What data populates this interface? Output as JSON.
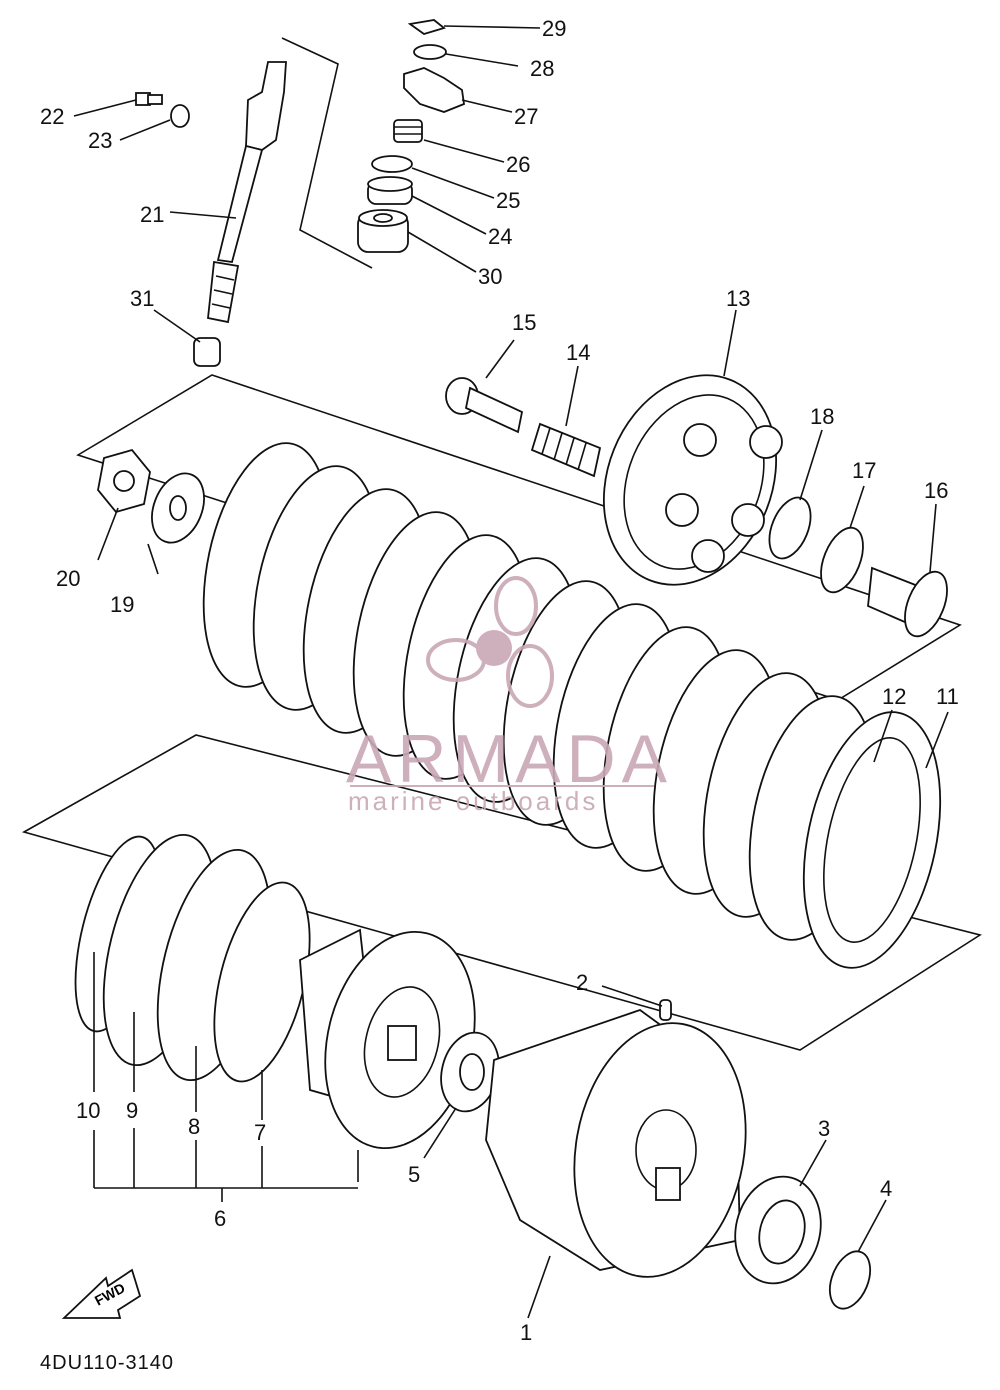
{
  "diagram": {
    "code": "4DU110-3140",
    "fwd_label": "FWD",
    "labels": [
      "1",
      "2",
      "3",
      "4",
      "5",
      "6",
      "7",
      "8",
      "9",
      "10",
      "11",
      "12",
      "13",
      "14",
      "15",
      "16",
      "17",
      "18",
      "19",
      "20",
      "21",
      "22",
      "23",
      "24",
      "25",
      "26",
      "27",
      "28",
      "29",
      "30",
      "31"
    ]
  },
  "watermark": {
    "brand": "ARMADA",
    "tagline": "marine outboards",
    "color": "#c9a7b5"
  }
}
